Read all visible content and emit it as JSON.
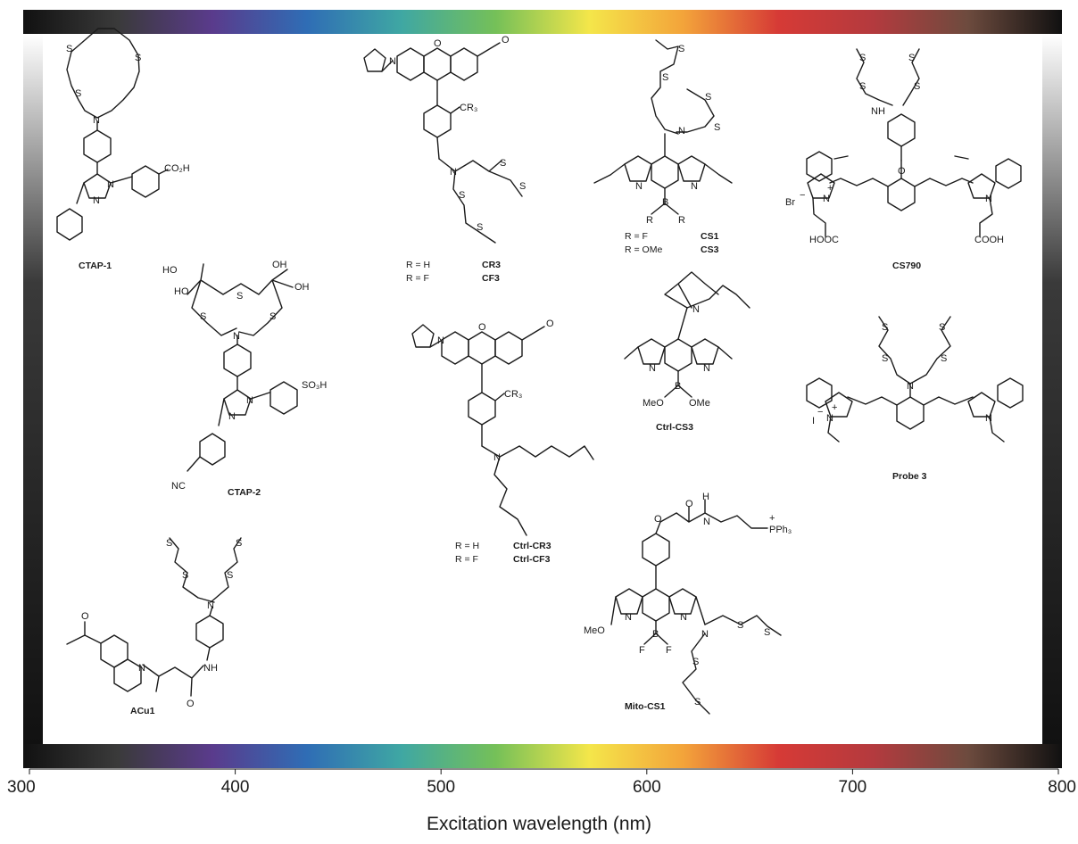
{
  "axis": {
    "title": "Excitation wavelength (nm)",
    "min": 300,
    "max": 800,
    "ticks": [
      "300",
      "400",
      "500",
      "600",
      "700",
      "800"
    ]
  },
  "spectrum_colors": [
    "#111111",
    "#3a3a3a",
    "#5a3b8c",
    "#2f6db5",
    "#3fa7a3",
    "#75c058",
    "#f4e64a",
    "#f3a33a",
    "#d63a36",
    "#b43a3e",
    "#6d4b3e",
    "#111111"
  ],
  "compounds": {
    "ctap1": {
      "name": "CTAP-1",
      "atoms": [
        "S",
        "S",
        "S",
        "N",
        "N",
        "N",
        "CO₂H"
      ]
    },
    "ctap2": {
      "name": "CTAP-2",
      "atoms": [
        "HO",
        "OH",
        "HO",
        "OH",
        "S",
        "S",
        "S",
        "N",
        "N",
        "N",
        "SO₃H",
        "NC"
      ]
    },
    "acu1": {
      "name": "ACu1",
      "atoms": [
        "S",
        "S",
        "S",
        "S",
        "N",
        "N",
        "NH",
        "O",
        "O"
      ]
    },
    "cr3": {
      "name_a": "CR3",
      "name_b": "CF3",
      "r_a": "R = H",
      "r_b": "R = F",
      "atoms": [
        "N",
        "O",
        "O",
        "CR₃",
        "N",
        "S",
        "S",
        "S",
        "S"
      ]
    },
    "ctrl_cr3": {
      "name_a": "Ctrl-CR3",
      "name_b": "Ctrl-CF3",
      "r_a": "R = H",
      "r_b": "R = F",
      "atoms": [
        "N",
        "O",
        "O",
        "CR₃",
        "N"
      ]
    },
    "cs1": {
      "name_a": "CS1",
      "name_b": "CS3",
      "r_a": "R = F",
      "r_b": "R = OMe",
      "atoms": [
        "S",
        "S",
        "S",
        "S",
        "N",
        "N",
        "N",
        "B",
        "R",
        "R"
      ]
    },
    "ctrl_cs3": {
      "name": "Ctrl-CS3",
      "atoms": [
        "N",
        "N",
        "N",
        "B",
        "MeO",
        "OMe"
      ]
    },
    "mito_cs1": {
      "name": "Mito-CS1",
      "atoms": [
        "O",
        "O",
        "N",
        "H",
        "+",
        "PPh₃",
        "N",
        "N",
        "B",
        "F",
        "F",
        "MeO",
        "N",
        "S",
        "S",
        "S",
        "S"
      ]
    },
    "cs790": {
      "name": "CS790",
      "atoms": [
        "S",
        "S",
        "S",
        "S",
        "NH",
        "O",
        "N",
        "+",
        "Br",
        "−",
        "HOOC",
        "N",
        "COOH"
      ]
    },
    "probe3": {
      "name": "Probe 3",
      "atoms": [
        "S",
        "S",
        "S",
        "S",
        "N",
        "N",
        "+",
        "I",
        "−",
        "N"
      ]
    }
  }
}
